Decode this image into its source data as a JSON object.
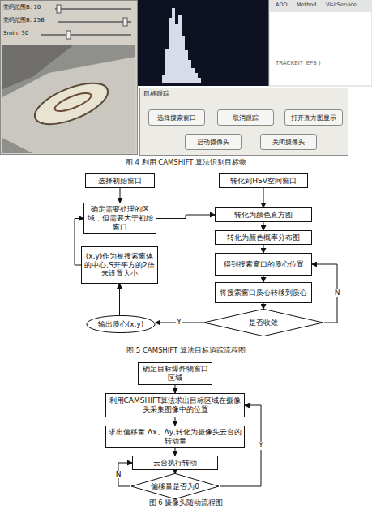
{
  "diagram": {
    "nodes": [
      {
        "text": [
          "目标跟踪"
        ]
      },
      {
        "text": [
          "选择搜索窗口"
        ],
        "in": 0
      },
      {
        "text": [
          "取消跟踪"
        ],
        "in": 0
      },
      {
        "text": [
          "打开直方图显示"
        ],
        "in": 0
      },
      {
        "text": [
          "启动摄像头"
        ],
        "in": 0
      },
      {
        "text": [
          "关闭摄像头"
        ],
        "in": 0
      },
      {
        "text": [
          "选择初始窗口"
        ]
      },
      {
        "text": [
          "转化到HSV空间窗口"
        ]
      },
      {
        "text": [
          "确定需要处理的区域，但需要大于初始窗口"
        ]
      },
      {
        "text": [
          "转化为颜色直方图"
        ]
      },
      {
        "text": [
          "转化为颜色概率分布图"
        ]
      },
      {
        "text": [
          "(x,y)作为被搜索窗体的中心,S开平方的2倍来设置大小"
        ]
      },
      {
        "text": [
          "得到搜索窗口的质心位置"
        ]
      },
      {
        "text": [
          "将搜索窗口质心转移到质心"
        ]
      },
      {
        "text": [
          "输出质心(x,y)"
        ]
      },
      {
        "text": [
          "是否收敛"
        ]
      },
      {
        "text": [
          "确定目标爆炸物窗口区域"
        ]
      },
      {
        "text": [
          "利用CAMSHIFT算法求出目标区域在摄像头采集图像中的位置"
        ]
      },
      {
        "text": [
          "求出偏移量 Δx、Δy,转化为摄像头云台的转动量"
        ]
      },
      {
        "text": [
          "云台执行转动"
        ]
      },
      {
        "text": [
          "偏移量是否为0"
        ]
      }
    ],
    "edges": [
      {
        "from": 6,
        "to": 8,
        "arrow": "to"
      },
      {
        "from": 7,
        "to": 9,
        "arrow": "to"
      },
      {
        "from": 8,
        "to": 9,
        "arrow": "to"
      },
      {
        "from": 9,
        "to": 10,
        "arrow": "to"
      },
      {
        "from": 10,
        "to": 12,
        "arrow": "to"
      },
      {
        "from": 12,
        "to": 13,
        "arrow": "to"
      },
      {
        "from": 13,
        "to": 15,
        "arrow": "to"
      },
      {
        "from": 15,
        "to": 14,
        "label": "Y",
        "arrow": "to"
      },
      {
        "from": 15,
        "to": 12,
        "label": "N",
        "arrow": "to"
      },
      {
        "from": 14,
        "to": 11,
        "arrow": "to"
      },
      {
        "from": 11,
        "to": 8,
        "arrow": "to"
      },
      {
        "from": 16,
        "to": 17,
        "arrow": "to"
      },
      {
        "from": 17,
        "to": 18,
        "arrow": "to"
      },
      {
        "from": 18,
        "to": 19,
        "arrow": "to"
      },
      {
        "from": 19,
        "to": 20,
        "arrow": "to"
      },
      {
        "from": 20,
        "to": 19,
        "label": "N",
        "arrow": "to"
      },
      {
        "from": 20,
        "to": 17,
        "label": "Y",
        "arrow": "to"
      }
    ],
    "labels": [
      "亮码范围B: 10",
      "亮码范围B: 256",
      "Smin: 30",
      "ADD",
      "Method",
      "VisitService",
      "TRACKBIT_EPS )",
      "图 4 利用 CAMSHIFT 算法识别目标物",
      "图 5 CAMSHIFT 算法目标追踪流程图",
      "图 6 摄像头随动流程图"
    ]
  }
}
